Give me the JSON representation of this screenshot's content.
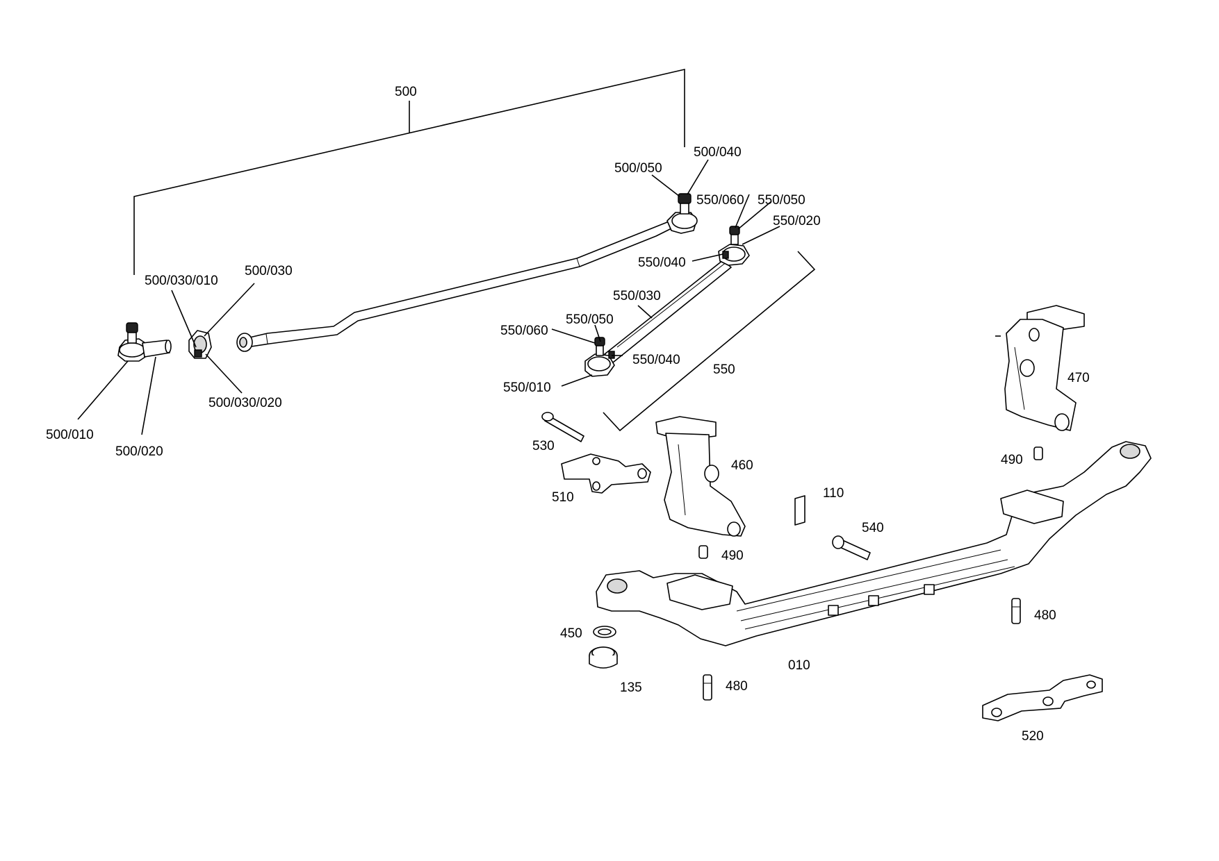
{
  "labels": {
    "l500": "500",
    "l500_040": "500/040",
    "l500_050": "500/050",
    "l500_030_010": "500/030/010",
    "l500_030": "500/030",
    "l500_030_020": "500/030/020",
    "l500_010": "500/010",
    "l500_020": "500/020",
    "l550_060a": "550/060",
    "l550_050a": "550/050",
    "l550_020": "550/020",
    "l550_040a": "550/040",
    "l550_030": "550/030",
    "l550_060b": "550/060",
    "l550_050b": "550/050",
    "l550_040b": "550/040",
    "l550_010": "550/010",
    "l550": "550",
    "l470": "470",
    "l490a": "490",
    "l530": "530",
    "l460": "460",
    "l510": "510",
    "l110": "110",
    "l540": "540",
    "l490b": "490",
    "l480a": "480",
    "l450": "450",
    "l135": "135",
    "l480b": "480",
    "l010": "010",
    "l520": "520"
  }
}
